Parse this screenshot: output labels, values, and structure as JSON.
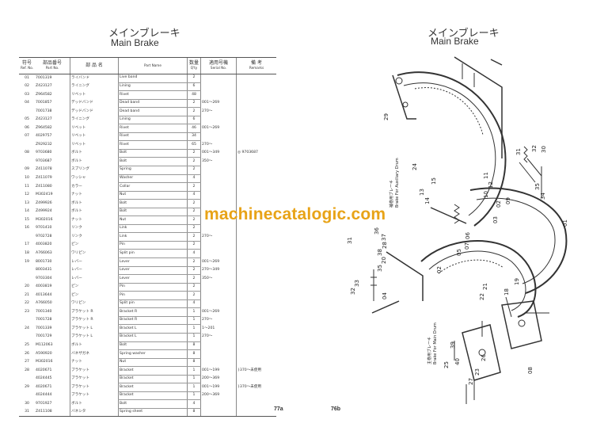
{
  "left_page": {
    "title_jp": "メインブレーキ",
    "title_en": "Main Brake",
    "page_number": "77a",
    "headers": {
      "no_jp": "符号",
      "no_en": "Ref. No.",
      "part_jp": "部品番号",
      "part_en": "Part No.",
      "name_jp": "部 品 名",
      "name_en": "Part Name",
      "qty_jp": "数量",
      "qty_en": "Q'ty",
      "serial_jp": "適用号機",
      "serial_en": "Serial No.",
      "remarks_jp": "備 考",
      "remarks_en": "Remarks"
    },
    "rows": [
      {
        "no": "01",
        "part": "7001319",
        "jp": "ライバンド",
        "name": "Live band",
        "qty": "2",
        "serial": "",
        "remarks": ""
      },
      {
        "no": "02",
        "part": "Z423127",
        "jp": "ライニング",
        "name": "Lining",
        "qty": "6",
        "serial": "",
        "remarks": ""
      },
      {
        "no": "03",
        "part": "Z964582",
        "jp": "リベット",
        "name": "Rivet",
        "qty": "48",
        "serial": "",
        "remarks": ""
      },
      {
        "no": "04",
        "part": "7001857",
        "jp": "デッドバンド",
        "name": "Dead band",
        "qty": "2",
        "serial": "001～269",
        "remarks": ""
      },
      {
        "no": "",
        "part": "7001738",
        "jp": "デッドバンド",
        "name": "Dead band",
        "qty": "2",
        "serial": "270～",
        "remarks": ""
      },
      {
        "no": "05",
        "part": "Z423127",
        "jp": "ライニング",
        "name": "Lining",
        "qty": "6",
        "serial": "",
        "remarks": ""
      },
      {
        "no": "06",
        "part": "Z964582",
        "jp": "リベット",
        "name": "Rivet",
        "qty": "46",
        "serial": "001～269",
        "remarks": ""
      },
      {
        "no": "07",
        "part": "4029757",
        "jp": "リベット",
        "name": "Rivet",
        "qty": "34",
        "serial": "",
        "remarks": ""
      },
      {
        "no": "",
        "part": "Z929232",
        "jp": "リベット",
        "name": "Rivet",
        "qty": "65",
        "serial": "270～",
        "remarks": ""
      },
      {
        "no": "08",
        "part": "9703680",
        "jp": "ボルト",
        "name": "Bolt",
        "qty": "2",
        "serial": "001～349",
        "remarks": "◎ 9703687"
      },
      {
        "no": "",
        "part": "9703687",
        "jp": "ボルト",
        "name": "Bolt",
        "qty": "2",
        "serial": "350～",
        "remarks": ""
      },
      {
        "no": "09",
        "part": "Z411078",
        "jp": "スプリング",
        "name": "Spring",
        "qty": "2",
        "serial": "",
        "remarks": ""
      },
      {
        "no": "10",
        "part": "Z411079",
        "jp": "ワッシャ",
        "name": "Washer",
        "qty": "4",
        "serial": "",
        "remarks": ""
      },
      {
        "no": "11",
        "part": "Z411080",
        "jp": "カラー",
        "name": "Collar",
        "qty": "2",
        "serial": "",
        "remarks": ""
      },
      {
        "no": "12",
        "part": "M302419",
        "jp": "ナット",
        "name": "Nut",
        "qty": "4",
        "serial": "",
        "remarks": ""
      },
      {
        "no": "13",
        "part": "Z499926",
        "jp": "ボルト",
        "name": "Bolt",
        "qty": "2",
        "serial": "",
        "remarks": ""
      },
      {
        "no": "14",
        "part": "Z499924",
        "jp": "ボルト",
        "name": "Bolt",
        "qty": "2",
        "serial": "",
        "remarks": ""
      },
      {
        "no": "15",
        "part": "M302016",
        "jp": "ナット",
        "name": "Nut",
        "qty": "2",
        "serial": "",
        "remarks": ""
      },
      {
        "no": "16",
        "part": "9701410",
        "jp": "リンク",
        "name": "Link",
        "qty": "2",
        "serial": "",
        "remarks": ""
      },
      {
        "no": "",
        "part": "9702728",
        "jp": "リンク",
        "name": "Link",
        "qty": "2",
        "serial": "270～",
        "remarks": ""
      },
      {
        "no": "17",
        "part": "4003820",
        "jp": "ピン",
        "name": "Pin",
        "qty": "2",
        "serial": "",
        "remarks": ""
      },
      {
        "no": "18",
        "part": "A766063",
        "jp": "ワリピン",
        "name": "Split pin",
        "qty": "4",
        "serial": "",
        "remarks": ""
      },
      {
        "no": "19",
        "part": "8001730",
        "jp": "レバー",
        "name": "Lever",
        "qty": "2",
        "serial": "001～269",
        "remarks": ""
      },
      {
        "no": "",
        "part": "8003431",
        "jp": "レバー",
        "name": "Lever",
        "qty": "2",
        "serial": "270～349",
        "remarks": ""
      },
      {
        "no": "",
        "part": "9703304",
        "jp": "レバー",
        "name": "Lever",
        "qty": "2",
        "serial": "350～",
        "remarks": ""
      },
      {
        "no": "20",
        "part": "4003819",
        "jp": "ピン",
        "name": "Pin",
        "qty": "2",
        "serial": "",
        "remarks": ""
      },
      {
        "no": "21",
        "part": "4013644",
        "jp": "ピン",
        "name": "Pin",
        "qty": "2",
        "serial": "",
        "remarks": ""
      },
      {
        "no": "22",
        "part": "A766050",
        "jp": "ワリピン",
        "name": "Split pin",
        "qty": "4",
        "serial": "",
        "remarks": ""
      },
      {
        "no": "23",
        "part": "7001340",
        "jp": "ブラケット R",
        "name": "Bracket R",
        "qty": "1",
        "serial": "001～269",
        "remarks": ""
      },
      {
        "no": "",
        "part": "7001728",
        "jp": "ブラケット R",
        "name": "Bracket R",
        "qty": "1",
        "serial": "270～",
        "remarks": ""
      },
      {
        "no": "24",
        "part": "7001339",
        "jp": "ブラケット L",
        "name": "Bracket L",
        "qty": "1",
        "serial": "1～201",
        "remarks": ""
      },
      {
        "no": "",
        "part": "7001729",
        "jp": "ブラケット L",
        "name": "Bracket L",
        "qty": "1",
        "serial": "270～",
        "remarks": ""
      },
      {
        "no": "25",
        "part": "M112063",
        "jp": "ボルト",
        "name": "Bolt",
        "qty": "8",
        "serial": "",
        "remarks": ""
      },
      {
        "no": "26",
        "part": "A590920",
        "jp": "バネザガネ",
        "name": "Spring washer",
        "qty": "8",
        "serial": "",
        "remarks": ""
      },
      {
        "no": "27",
        "part": "M302016",
        "jp": "ナット",
        "name": "Nut",
        "qty": "8",
        "serial": "",
        "remarks": ""
      },
      {
        "no": "28",
        "part": "4020671",
        "jp": "ブラケット",
        "name": "Bracket",
        "qty": "1",
        "serial": "001～199",
        "remarks": "}370～未使用"
      },
      {
        "no": "",
        "part": "4024445",
        "jp": "ブラケット",
        "name": "Bracket",
        "qty": "1",
        "serial": "200～369",
        "remarks": ""
      },
      {
        "no": "29",
        "part": "4020671",
        "jp": "ブラケット",
        "name": "Bracket",
        "qty": "1",
        "serial": "001～199",
        "remarks": "}370～未使用"
      },
      {
        "no": "",
        "part": "4024444",
        "jp": "ブラケット",
        "name": "Bracket",
        "qty": "1",
        "serial": "200～369",
        "remarks": ""
      },
      {
        "no": "30",
        "part": "9701927",
        "jp": "ボルト",
        "name": "Bolt",
        "qty": "4",
        "serial": "",
        "remarks": ""
      },
      {
        "no": "31",
        "part": "Z411108",
        "jp": "バネシタ",
        "name": "Spring sheet",
        "qty": "8",
        "serial": "",
        "remarks": ""
      }
    ]
  },
  "right_page": {
    "title_jp": "メインブレーキ",
    "title_en": "Main Brake",
    "page_number": "76b",
    "label_aux_jp": "補巻用ブレーキ",
    "label_aux_en": "Brake For Auxiliary Drum",
    "label_main_jp": "主巻用ブレーキ",
    "label_main_en": "Brake For Main Drum",
    "callouts": [
      "29",
      "24",
      "31",
      "32",
      "30",
      "11",
      "12",
      "10",
      "35",
      "34",
      "09",
      "02",
      "03",
      "01",
      "13",
      "14",
      "15",
      "36",
      "37",
      "28",
      "38",
      "20",
      "35",
      "31",
      "06",
      "07",
      "05",
      "02",
      "33",
      "32",
      "04",
      "21",
      "22",
      "19",
      "18",
      "39",
      "25",
      "40",
      "26",
      "23",
      "27",
      "08"
    ]
  },
  "watermark": "machinecatalogic.com"
}
